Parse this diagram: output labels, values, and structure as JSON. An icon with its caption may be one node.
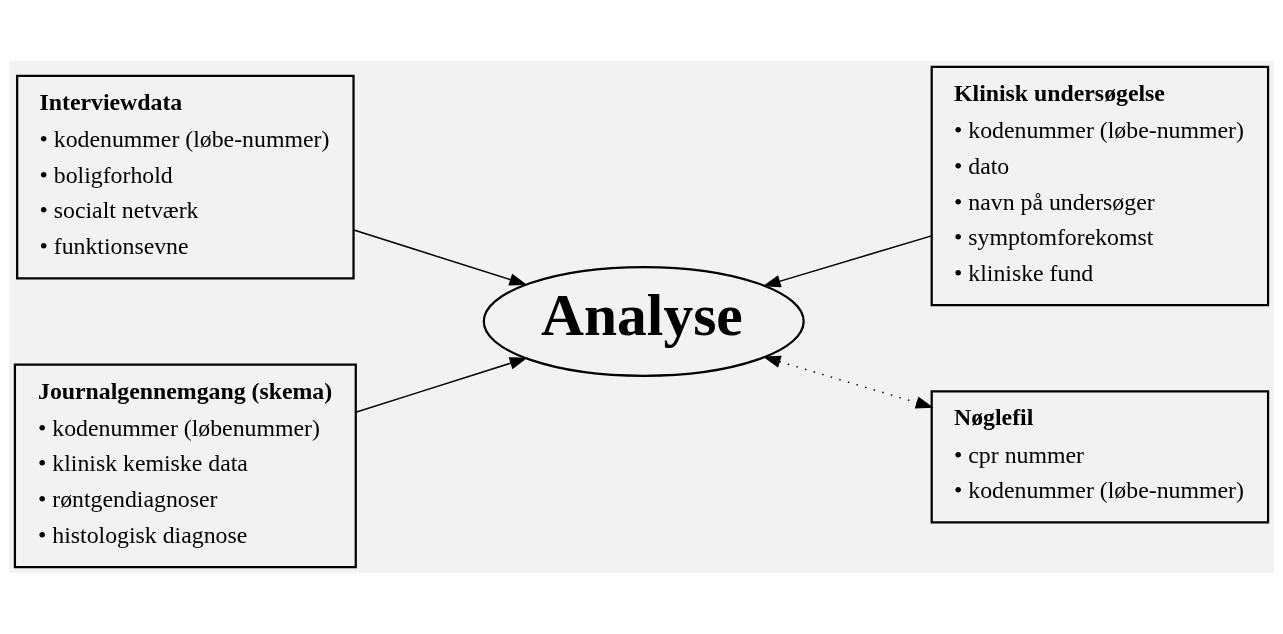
{
  "diagram": {
    "nodes": [
      {
        "text": [
          "Interviewdata",
          "• kodenummer (løbe-nummer)",
          "• boligforhold",
          "• socialt netværk",
          "• funktionsevne"
        ]
      },
      {
        "text": [
          "Klinisk undersøgelse",
          "• kodenummer (løbe-nummer)",
          "• dato",
          "• navn på undersøger",
          "• symptomforekomst",
          "• kliniske fund"
        ]
      },
      {
        "text": [
          "Analyse"
        ]
      },
      {
        "text": [
          "Journalgennemgang (skema)",
          "• kodenummer (løbenummer)",
          "• klinisk kemiske data",
          "• røntgendiagnoser",
          "• histologisk diagnose"
        ]
      },
      {
        "text": [
          "Nøglefil",
          "• cpr nummer",
          "• kodenummer (løbe-nummer)"
        ]
      }
    ],
    "edges": [
      {
        "from": 0,
        "to": 2,
        "arrow": "to"
      },
      {
        "from": 1,
        "to": 2,
        "arrow": "to"
      },
      {
        "from": 3,
        "to": 2,
        "arrow": "to"
      },
      {
        "from": 4,
        "to": 2,
        "arrow": "both",
        "style": "dashed"
      }
    ]
  }
}
